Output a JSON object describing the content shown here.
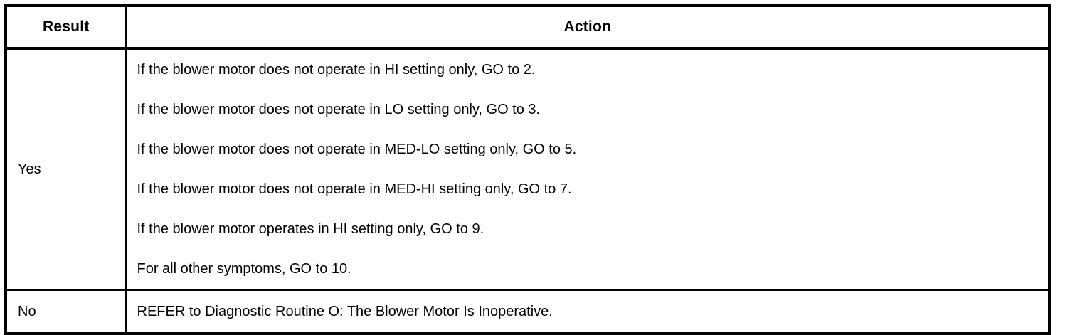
{
  "table": {
    "headers": {
      "result": "Result",
      "action": "Action"
    },
    "rows": [
      {
        "result": "Yes",
        "actions": [
          "If the blower motor does not operate in HI setting only, GO to 2.",
          "If the blower motor does not operate in LO setting only, GO to 3.",
          "If the blower motor does not operate in MED-LO setting only, GO to 5.",
          "If the blower motor does not operate in MED-HI setting only, GO to 7.",
          "If the blower motor operates in HI setting only, GO to 9.",
          "For all other symptoms, GO to 10."
        ]
      },
      {
        "result": "No",
        "actions": [
          "REFER to Diagnostic Routine O: The Blower Motor Is Inoperative."
        ]
      }
    ]
  },
  "colors": {
    "border": "#000000",
    "text": "#000000",
    "background": "#ffffff"
  }
}
